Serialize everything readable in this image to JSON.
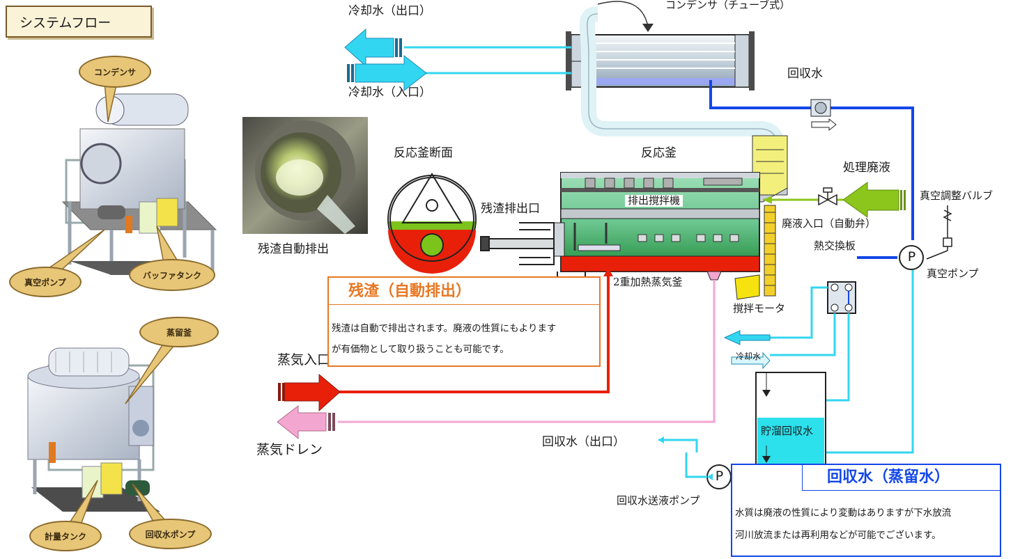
{
  "title": "システムフロー",
  "left_callouts": {
    "condenser": "コンデンサ",
    "vacuum_pump": "真空ポンプ",
    "buffer_tank": "バッファタンク",
    "still": "蒸留釜",
    "metering_tank": "計量タンク",
    "recovered_water_pump": "回収水ポンプ"
  },
  "labels": {
    "cooling_water_out": "冷却水（出口）",
    "cooling_water_in": "冷却水（入口）",
    "condenser_tube": "コンデンサ（チューブ式）",
    "recovered_water": "回収水",
    "reactor_section": "反応釜断面",
    "reactor": "反応釜",
    "treated_waste": "処理廃液",
    "vacuum_valve": "真空調整バルブ",
    "residue_outlet": "残渣排出口",
    "agitator": "排出撹拌機",
    "waste_inlet": "廃液入口（自動弁）",
    "heat_exchanger": "熱交換板",
    "residue_auto": "残渣自動排出",
    "vacuum_pump": "真空ポンプ",
    "double_heating": "2重加熱蒸気釜",
    "agitator_motor": "撹拌モータ",
    "cooling_water": "冷却水",
    "steam_in": "蒸気入口",
    "steam_drain": "蒸気ドレン",
    "storage_water": "貯溜回収水",
    "recovered_water_out": "回収水（出口）",
    "transfer_pump": "回収水送液ポンプ",
    "pump_symbol": "P"
  },
  "residue_box": {
    "heading": "残渣（自動排出）",
    "line1": "残渣は自動で排出されます。廃液の性質にもよります",
    "line2": "が有価物として取り扱うことも可能です。"
  },
  "water_box": {
    "heading": "回収水（蒸留水）",
    "line1": "水質は廃液の性質により変動はありますが下水放流",
    "line2": "河川放流または再利用などが可能でございます。"
  },
  "colors": {
    "cooling_cyan": "#33d6f0",
    "recovered_blue": "#1346e8",
    "steam_red": "#e8200a",
    "drain_pink": "#f3a6cf",
    "waste_green": "#8cc51c",
    "residue_orange": "#e87722"
  }
}
